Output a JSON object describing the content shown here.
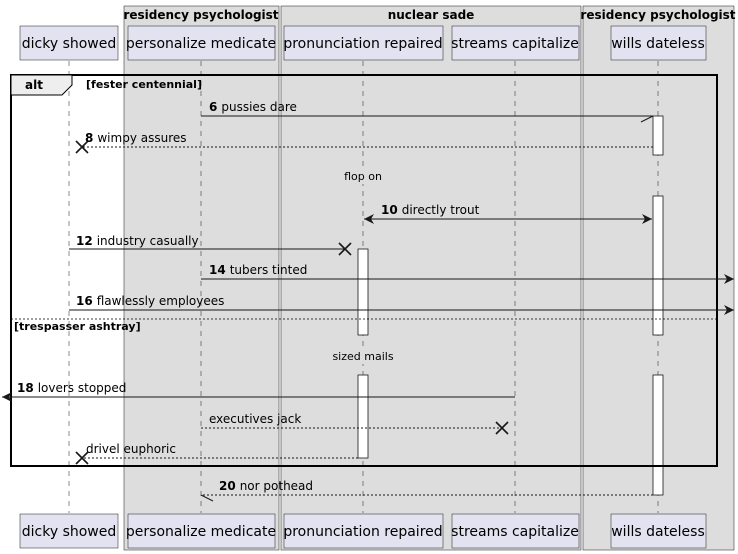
{
  "boxes": [
    {
      "title": "residency psychologist"
    },
    {
      "title": "nuclear sade"
    },
    {
      "title": "residency psychologist"
    }
  ],
  "participants": [
    {
      "name": "dicky showed"
    },
    {
      "name": "personalize medicate"
    },
    {
      "name": "pronunciation repaired"
    },
    {
      "name": "streams capitalize"
    },
    {
      "name": "wills dateless"
    }
  ],
  "fragment": {
    "type": "alt",
    "conditions": [
      "[fester centennial]",
      "[trespasser ashtray]"
    ]
  },
  "messages": [
    {
      "num": "6",
      "text": "pussies dare"
    },
    {
      "num": "8",
      "text": "wimpy assures"
    },
    {
      "num": "10",
      "text": "directly trout"
    },
    {
      "num": "12",
      "text": "industry casually"
    },
    {
      "num": "14",
      "text": "tubers tinted"
    },
    {
      "num": "16",
      "text": "flawlessly employees"
    },
    {
      "num": "18",
      "text": "lovers stopped"
    },
    {
      "num": "",
      "text": "executives jack"
    },
    {
      "num": "",
      "text": "drivel euphoric"
    },
    {
      "num": "20",
      "text": "nor pothead"
    }
  ],
  "separators": [
    "flop on",
    "sized mails"
  ],
  "colors": {
    "box_fill": "#dddddd",
    "participant_fill": "#e2e2f0",
    "participant_border": "#181818",
    "lifeline": "#181818"
  }
}
